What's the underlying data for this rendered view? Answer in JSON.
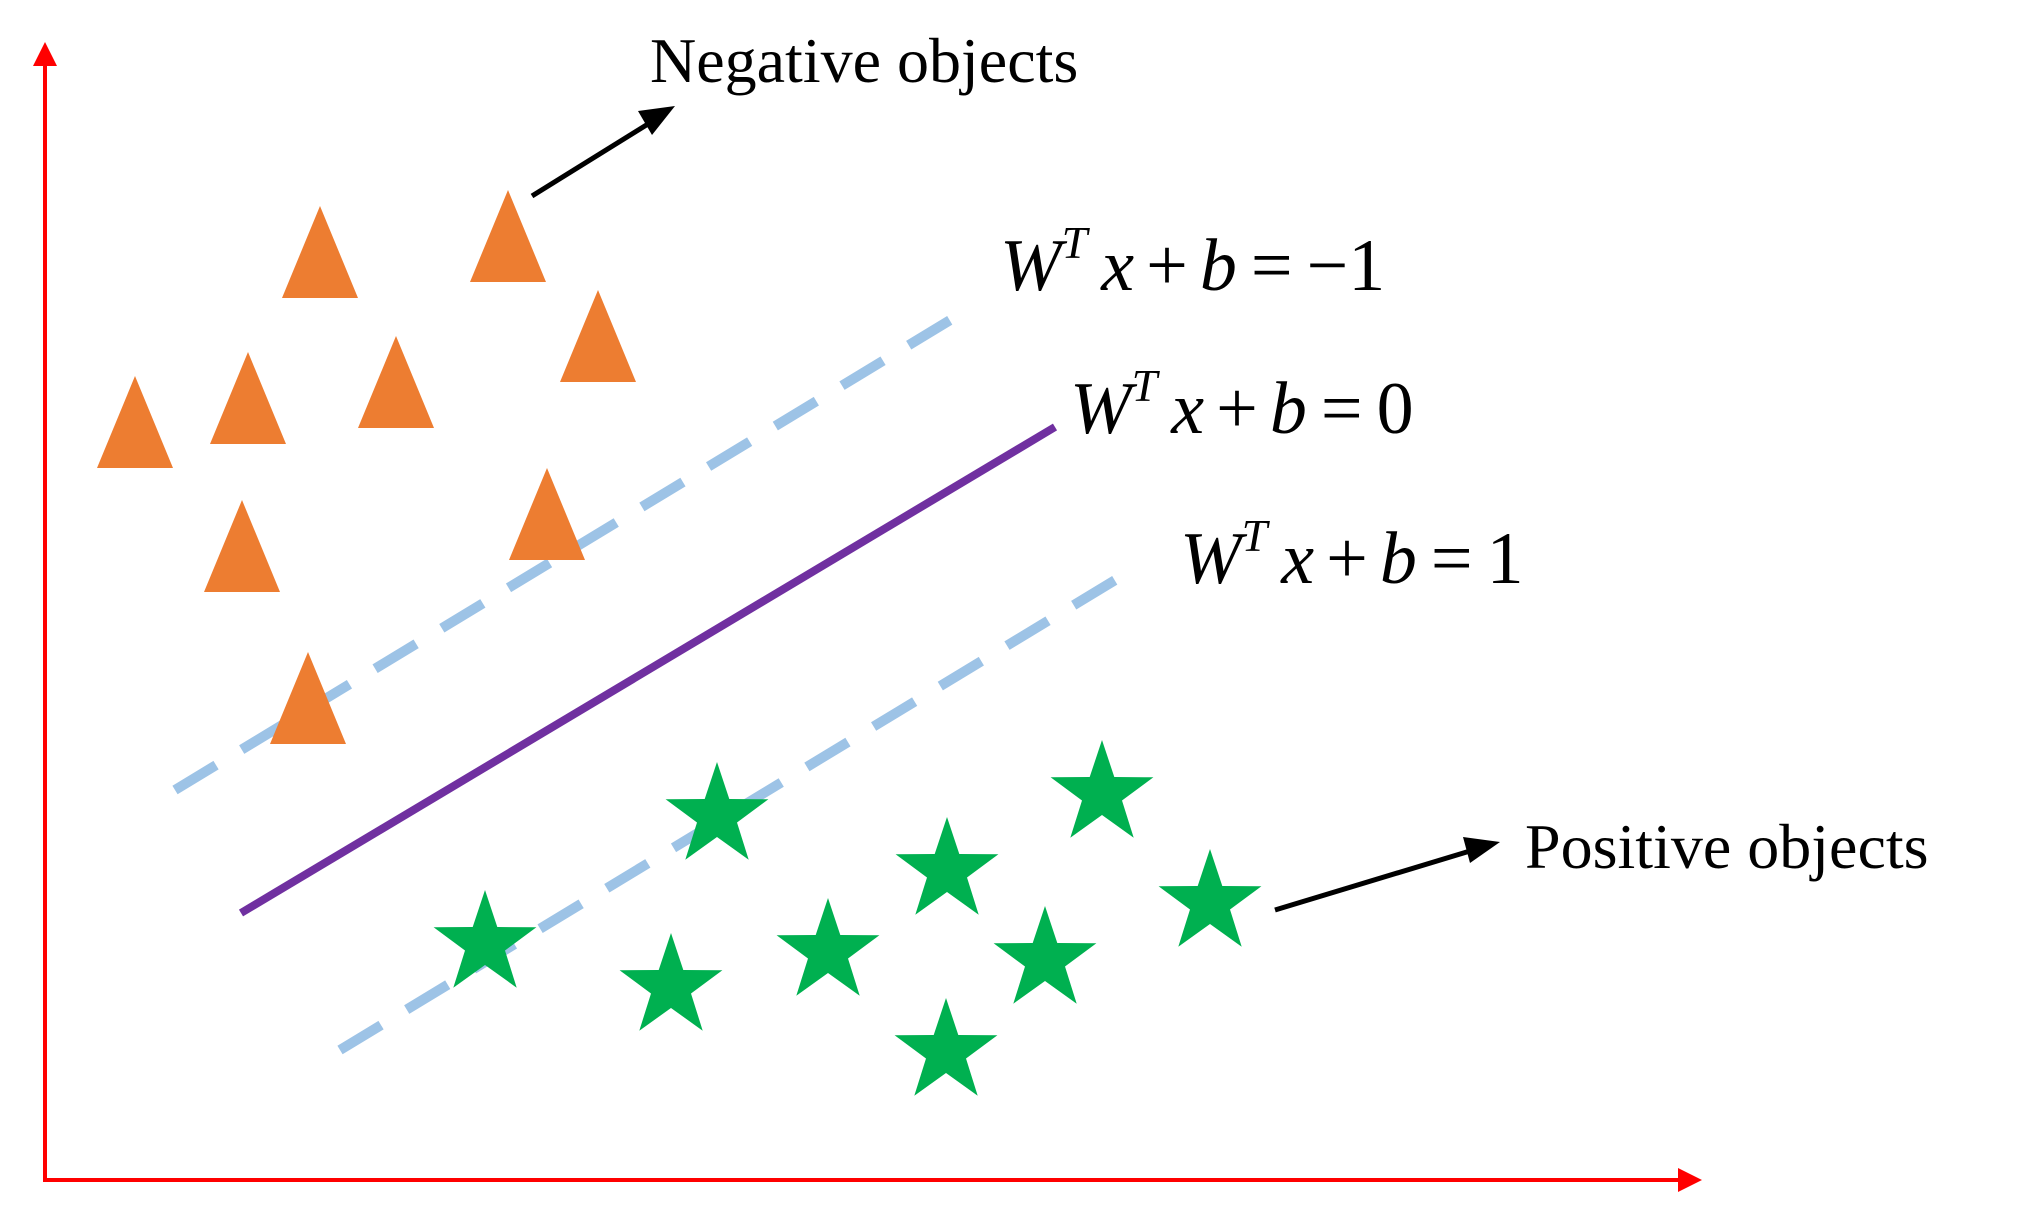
{
  "colors": {
    "axis": "#ff0000",
    "negative_marker": "#ED7D31",
    "positive_marker": "#00B050",
    "margin_line": "#9DC3E6",
    "hyperplane": "#7030A0",
    "arrow": "#000000"
  },
  "labels": {
    "negative": "Negative objects",
    "positive": "Positive objects"
  },
  "equations": {
    "upper": {
      "w": "W",
      "sup": "T",
      "x": "x",
      "plus": "+",
      "b": "b",
      "eq": "=",
      "rhs": "−1"
    },
    "middle": {
      "w": "W",
      "sup": "T",
      "x": "x",
      "plus": "+",
      "b": "b",
      "eq": "=",
      "rhs": "0"
    },
    "lower": {
      "w": "W",
      "sup": "T",
      "x": "x",
      "plus": "+",
      "b": "b",
      "eq": "=",
      "rhs": "1"
    }
  },
  "icons": {
    "negative": "triangle-icon",
    "positive": "star-icon"
  }
}
